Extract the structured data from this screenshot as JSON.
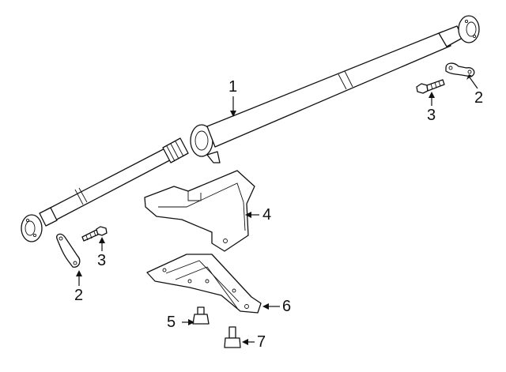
{
  "callouts": [
    {
      "id": "c1",
      "label": "1",
      "part": "drive-shaft"
    },
    {
      "id": "c2a",
      "label": "2",
      "part": "retainer-plate-rear"
    },
    {
      "id": "c3a",
      "label": "3",
      "part": "bolt-rear"
    },
    {
      "id": "c4",
      "label": "4",
      "part": "heat-shield"
    },
    {
      "id": "c3b",
      "label": "3",
      "part": "bolt-front"
    },
    {
      "id": "c2b",
      "label": "2",
      "part": "retainer-plate-front"
    },
    {
      "id": "c6",
      "label": "6",
      "part": "support-bracket"
    },
    {
      "id": "c5",
      "label": "5",
      "part": "nut"
    },
    {
      "id": "c7",
      "label": "7",
      "part": "bolt-bracket"
    }
  ]
}
